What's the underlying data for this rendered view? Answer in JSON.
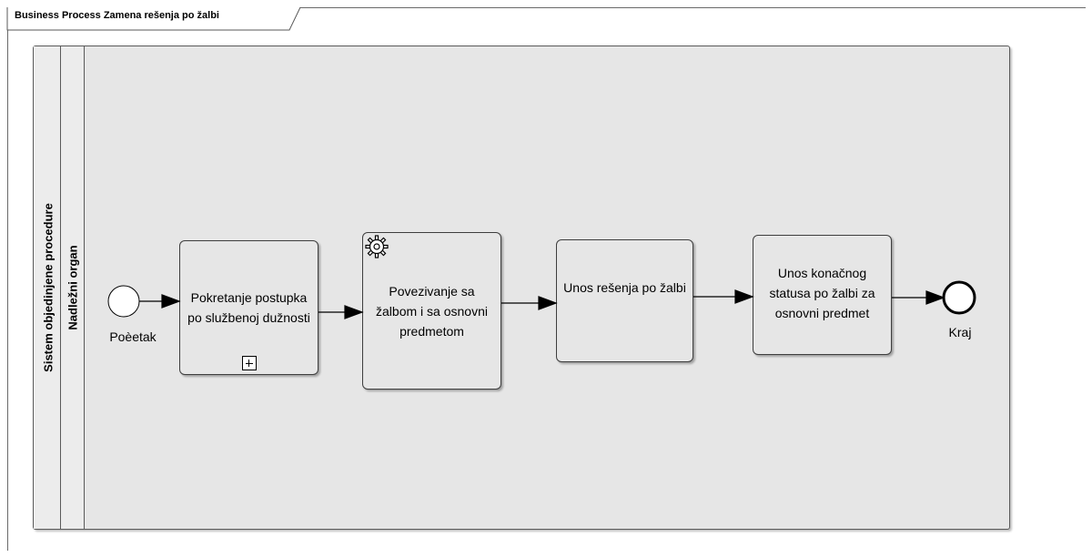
{
  "diagram": {
    "title": "Business Process Zamena rešenja po žalbi",
    "pool_label": "Sistem objedinjene procedure",
    "lane_label": "Nadležni organ"
  },
  "events": {
    "start_label": "Poèetak",
    "end_label": "Kraj"
  },
  "tasks": [
    {
      "label": "Pokretanje postupka po službenoj dužnosti",
      "type": "subprocess"
    },
    {
      "label": "Povezivanje sa žalbom i sa osnovni predmetom",
      "type": "service-task"
    },
    {
      "label": "Unos rešenja po žalbi",
      "type": "task"
    },
    {
      "label": "Unos konačnog statusa po žalbi za osnovni predmet",
      "type": "task"
    }
  ],
  "colors": {
    "pool_fill": "#e6e6e6",
    "task_fill": "#e6e6e6",
    "stroke": "#000000"
  }
}
